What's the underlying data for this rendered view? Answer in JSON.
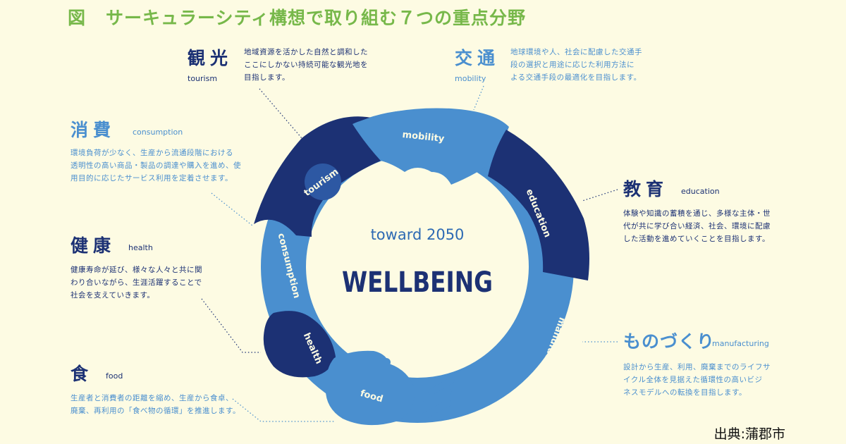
{
  "title": {
    "label": "図",
    "text": "サーキュラーシティ構想で取り組む７つの重点分野"
  },
  "colors": {
    "navy": "#1c3174",
    "blue": "#4a8fcf",
    "green": "#77b84a",
    "background": "#fdfbe3"
  },
  "center": {
    "subtitle": "toward 2050",
    "main": "WELLBEING"
  },
  "sectors": {
    "tourism": {
      "ja": "観光",
      "en": "tourism",
      "ring_label": "tourism",
      "desc": [
        "地域資源を活かした自然と調和した",
        "ここにしかない持続可能な観光地を",
        "目指します。"
      ]
    },
    "mobility": {
      "ja": "交通",
      "en": "mobility",
      "ring_label": "mobility",
      "desc": [
        "地球環境や人、社会に配慮した交通手",
        "段の選択と用途に応じた利用方法に",
        "よる交通手段の最適化を目指します。"
      ]
    },
    "consumption": {
      "ja": "消費",
      "en": "consumption",
      "ring_label": "consumption",
      "desc": [
        "環境負荷が少なく、生産から流通段階における",
        "透明性の高い商品・製品の調達や購入を進め、使",
        "用目的に応じたサービス利用を定着させます。"
      ]
    },
    "education": {
      "ja": "教育",
      "en": "education",
      "ring_label": "education",
      "desc": [
        "体験や知識の蓄積を通じ、多様な主体・世",
        "代が共に学び合い経済、社会、環境に配慮",
        "した活動を進めていくことを目指します。"
      ]
    },
    "health": {
      "ja": "健康",
      "en": "health",
      "ring_label": "health",
      "desc": [
        "健康寿命が延び、様々な人々と共に関",
        "わり合いながら、生涯活躍することで",
        "社会を支えていきます。"
      ]
    },
    "manufacturing": {
      "ja": "ものづくり",
      "en": "manufacturing",
      "ring_label": "manufacturing",
      "desc": [
        "設計から生産、利用、廃棄までのライフサ",
        "イクル全体を見据えた循環性の高いビジ",
        "ネスモデルへの転換を目指します。"
      ]
    },
    "food": {
      "ja": "食",
      "en": "food",
      "ring_label": "food",
      "desc": [
        "生産者と消費者の距離を縮め、生産から食卓、",
        "廃棄、再利用の「食べ物の循環」を推進します。"
      ]
    }
  },
  "source": "出典:蒲郡市"
}
